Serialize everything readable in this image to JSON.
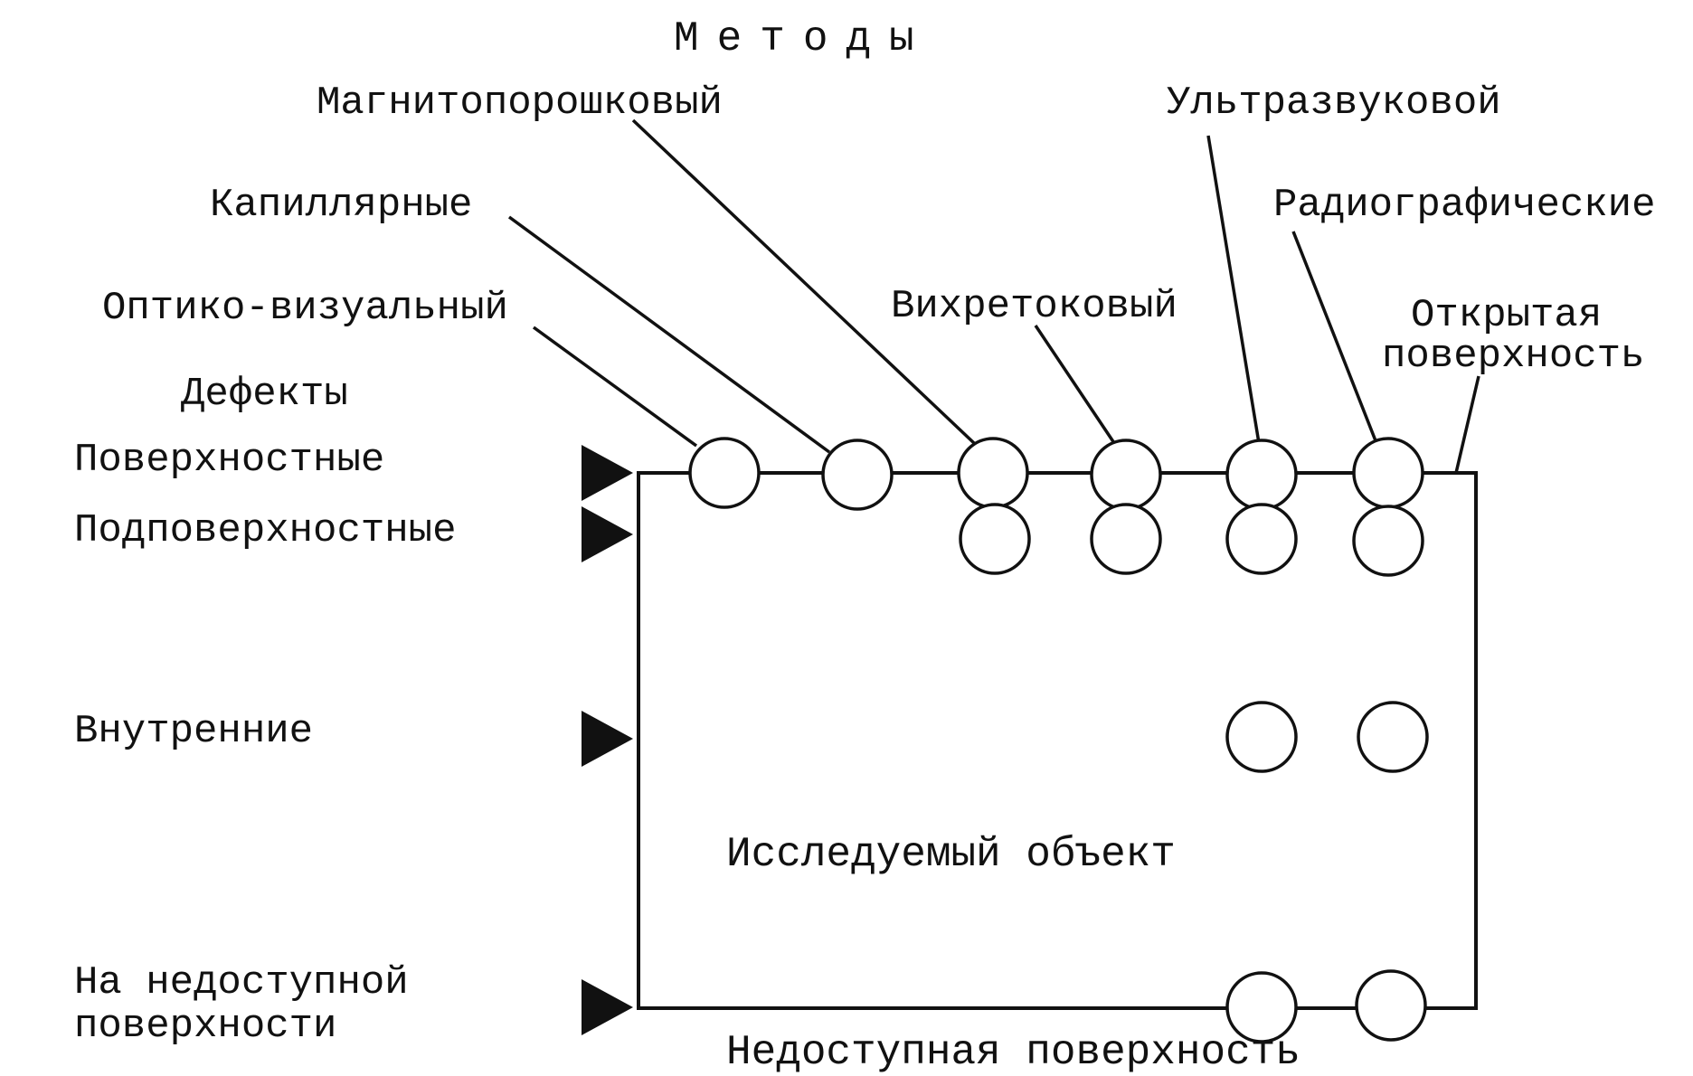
{
  "title": "Методы",
  "methods": [
    {
      "key": "optical",
      "label": "Оптико-визуальный"
    },
    {
      "key": "capillary",
      "label": "Капиллярные"
    },
    {
      "key": "magnetic",
      "label": "Магнитопорошковый"
    },
    {
      "key": "eddy",
      "label": "Вихретоковый"
    },
    {
      "key": "ultrasonic",
      "label": "Ультразвуковой"
    },
    {
      "key": "radiographic",
      "label": "Радиографические"
    }
  ],
  "open_surface": {
    "line1": "Открытая",
    "line2": "поверхность"
  },
  "defects": {
    "heading": "Дефекты",
    "surface": "Поверхностные",
    "subsurface": "Подповерхностные",
    "internal": "Внутренние",
    "inaccessible": {
      "line1": "На недоступной",
      "line2": "поверхности"
    }
  },
  "object_label": "Исследуемый объект",
  "inaccessible_surface_label": "Недоступная поверхность",
  "coverage": {
    "surface": [
      "optical",
      "capillary",
      "magnetic",
      "eddy",
      "ultrasonic",
      "radiographic"
    ],
    "subsurface": [
      "magnetic",
      "eddy",
      "ultrasonic",
      "radiographic"
    ],
    "internal": [
      "ultrasonic",
      "radiographic"
    ],
    "inaccessible": [
      "ultrasonic",
      "radiographic"
    ]
  },
  "colors": {
    "ink": "#111111",
    "background": "#ffffff"
  }
}
